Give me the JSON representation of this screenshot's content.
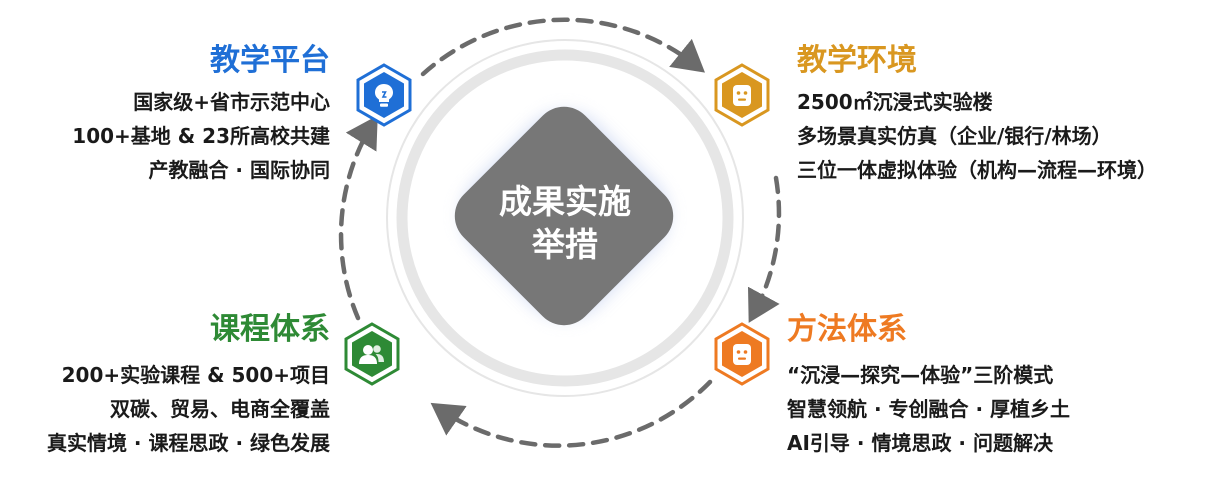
{
  "center": {
    "line1": "成果实施",
    "line2": "举措"
  },
  "quadrants": {
    "top_left": {
      "title": "教学平台",
      "lines": [
        "国家级+省市示范中心",
        "100+基地 & 23所高校共建",
        "产教融合 · 国际协同"
      ],
      "color": "#1f6fd6",
      "icon": "lightbulb-icon"
    },
    "top_right": {
      "title": "教学环境",
      "lines": [
        "2500㎡沉浸式实验楼",
        "多场景真实仿真（企业/银行/林场）",
        "三位一体虚拟体验（机构—流程—环境）"
      ],
      "color": "#d99720",
      "icon": "robot-icon"
    },
    "bottom_left": {
      "title": "课程体系",
      "lines": [
        "200+实验课程 & 500+项目",
        "双碳、贸易、电商全覆盖",
        "真实情境 · 课程思政 · 绿色发展"
      ],
      "color": "#2e8a35",
      "icon": "users-icon"
    },
    "bottom_right": {
      "title": "方法体系",
      "lines": [
        "“沉浸—探究—体验”三阶模式",
        "智慧领航 · 专创融合 · 厚植乡土",
        "AI引导 · 情境思政 · 问题解决"
      ],
      "color": "#ee7a22",
      "icon": "robot-icon"
    }
  },
  "colors": {
    "center_fill": "#777777",
    "ring": "#e6e6e6",
    "dashed_arrow": "#6b6b6b",
    "halo": "#cfd8f2"
  }
}
